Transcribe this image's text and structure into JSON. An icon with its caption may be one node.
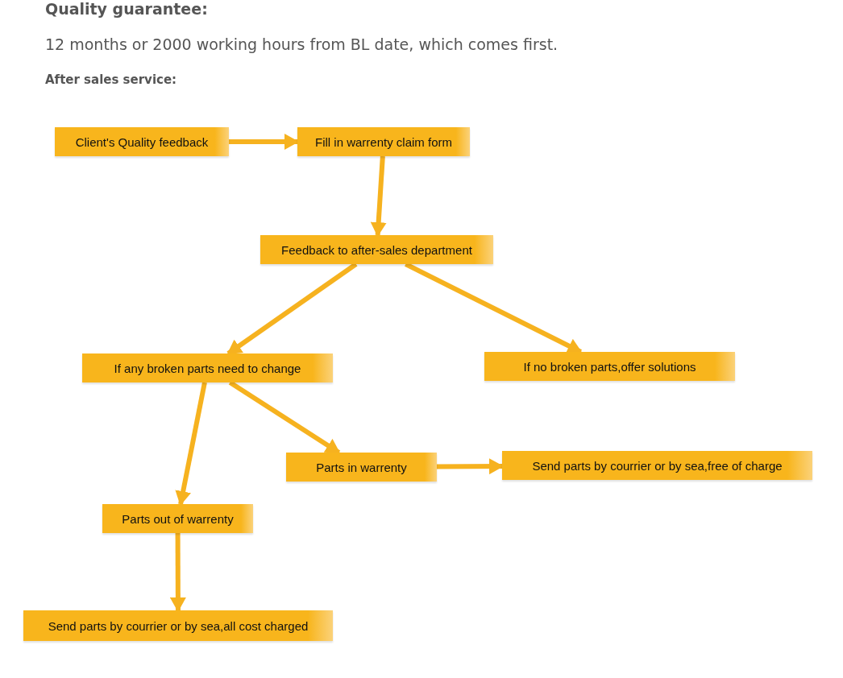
{
  "diagram": {
    "title": "Quality guarantee:",
    "nodes": [
      {
        "text": [
          "Client's Quality feedback"
        ]
      },
      {
        "text": [
          "Fill in warrenty claim form"
        ]
      },
      {
        "text": [
          "Feedback to after-sales department"
        ]
      },
      {
        "text": [
          "If any broken parts need to change"
        ]
      },
      {
        "text": [
          "If no broken parts,offer solutions"
        ]
      },
      {
        "text": [
          "Parts in warrenty"
        ]
      },
      {
        "text": [
          "Send parts by courrier or by sea,free of charge"
        ]
      },
      {
        "text": [
          "Parts out of warrenty"
        ]
      },
      {
        "text": [
          "Send parts by courrier or by sea,all cost charged"
        ]
      }
    ],
    "edges": [
      {
        "from": 0,
        "to": 1,
        "arrow": "to"
      },
      {
        "from": 1,
        "to": 2,
        "arrow": "to"
      },
      {
        "from": 2,
        "to": 3,
        "arrow": "to"
      },
      {
        "from": 2,
        "to": 4,
        "arrow": "to"
      },
      {
        "from": 3,
        "to": 7,
        "arrow": "to"
      },
      {
        "from": 3,
        "to": 5,
        "arrow": "to"
      },
      {
        "from": 5,
        "to": 6,
        "arrow": "to"
      },
      {
        "from": 7,
        "to": 8,
        "arrow": "to"
      }
    ],
    "labels": [
      "12 months or 2000 working hours from BL date, which comes first.",
      "After sales service:"
    ]
  }
}
